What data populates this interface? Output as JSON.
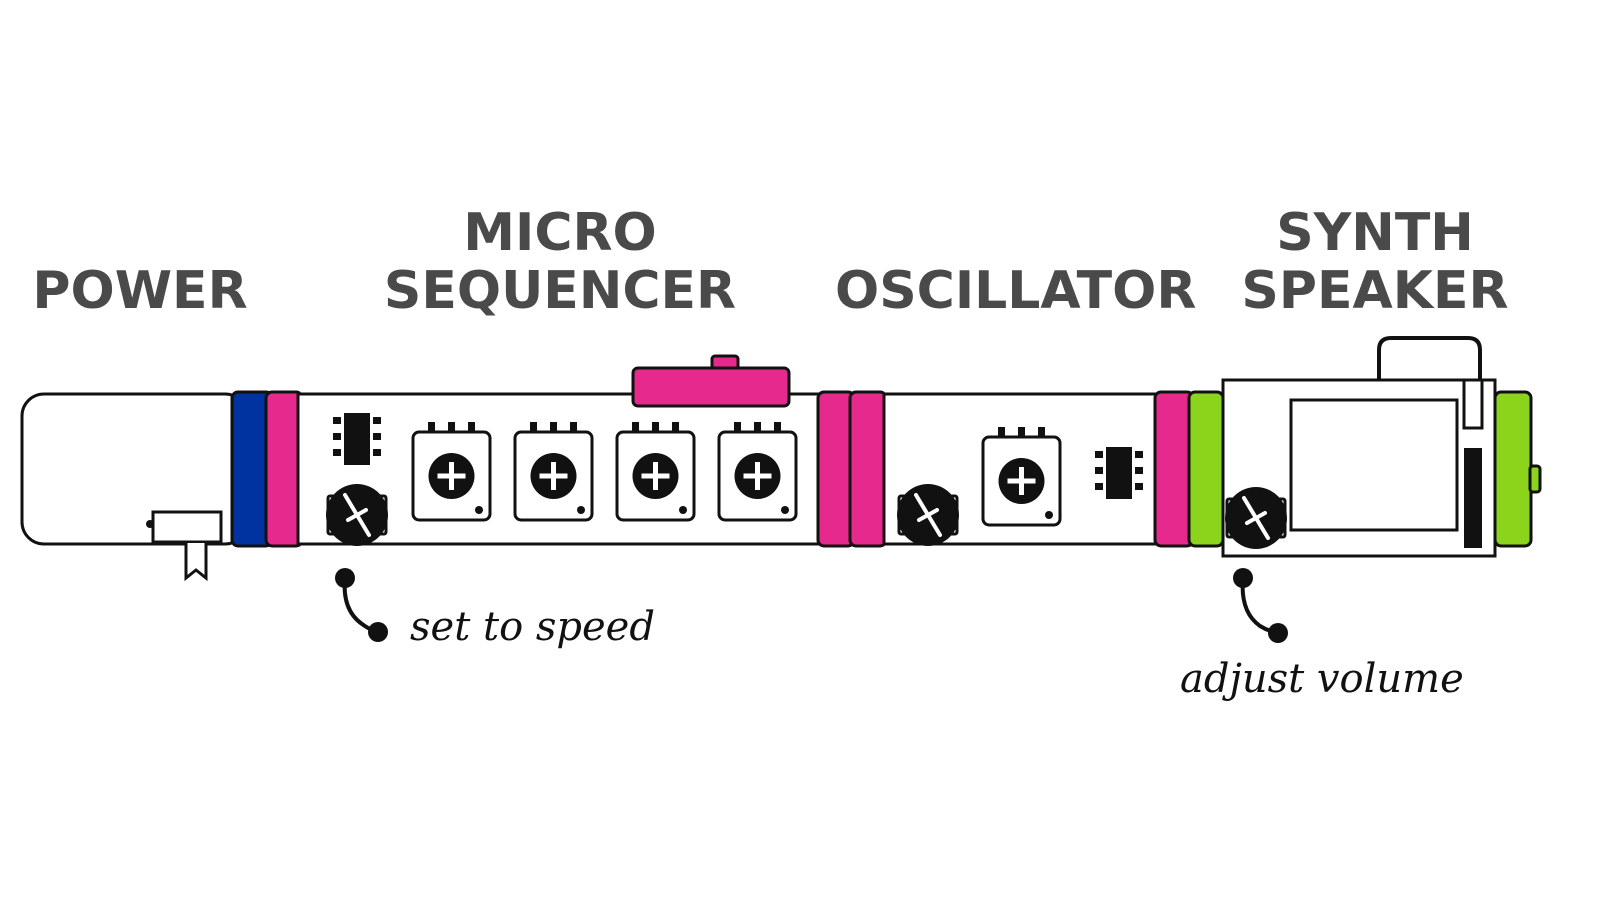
{
  "modules": {
    "power": {
      "label": "POWER"
    },
    "micro_sequencer": {
      "label_line1": "MICRO",
      "label_line2": "SEQUENCER"
    },
    "oscillator": {
      "label": "OSCILLATOR"
    },
    "synth_speaker": {
      "label_line1": "SYNTH",
      "label_line2": "SPEAKER"
    }
  },
  "annotations": {
    "speed": "set to speed",
    "volume": "adjust volume"
  },
  "colors": {
    "power_blue": "#0033a0",
    "bit_pink": "#e6298c",
    "output_green": "#8cd31c",
    "outline": "#111111",
    "label_gray": "#4a4a4a"
  }
}
